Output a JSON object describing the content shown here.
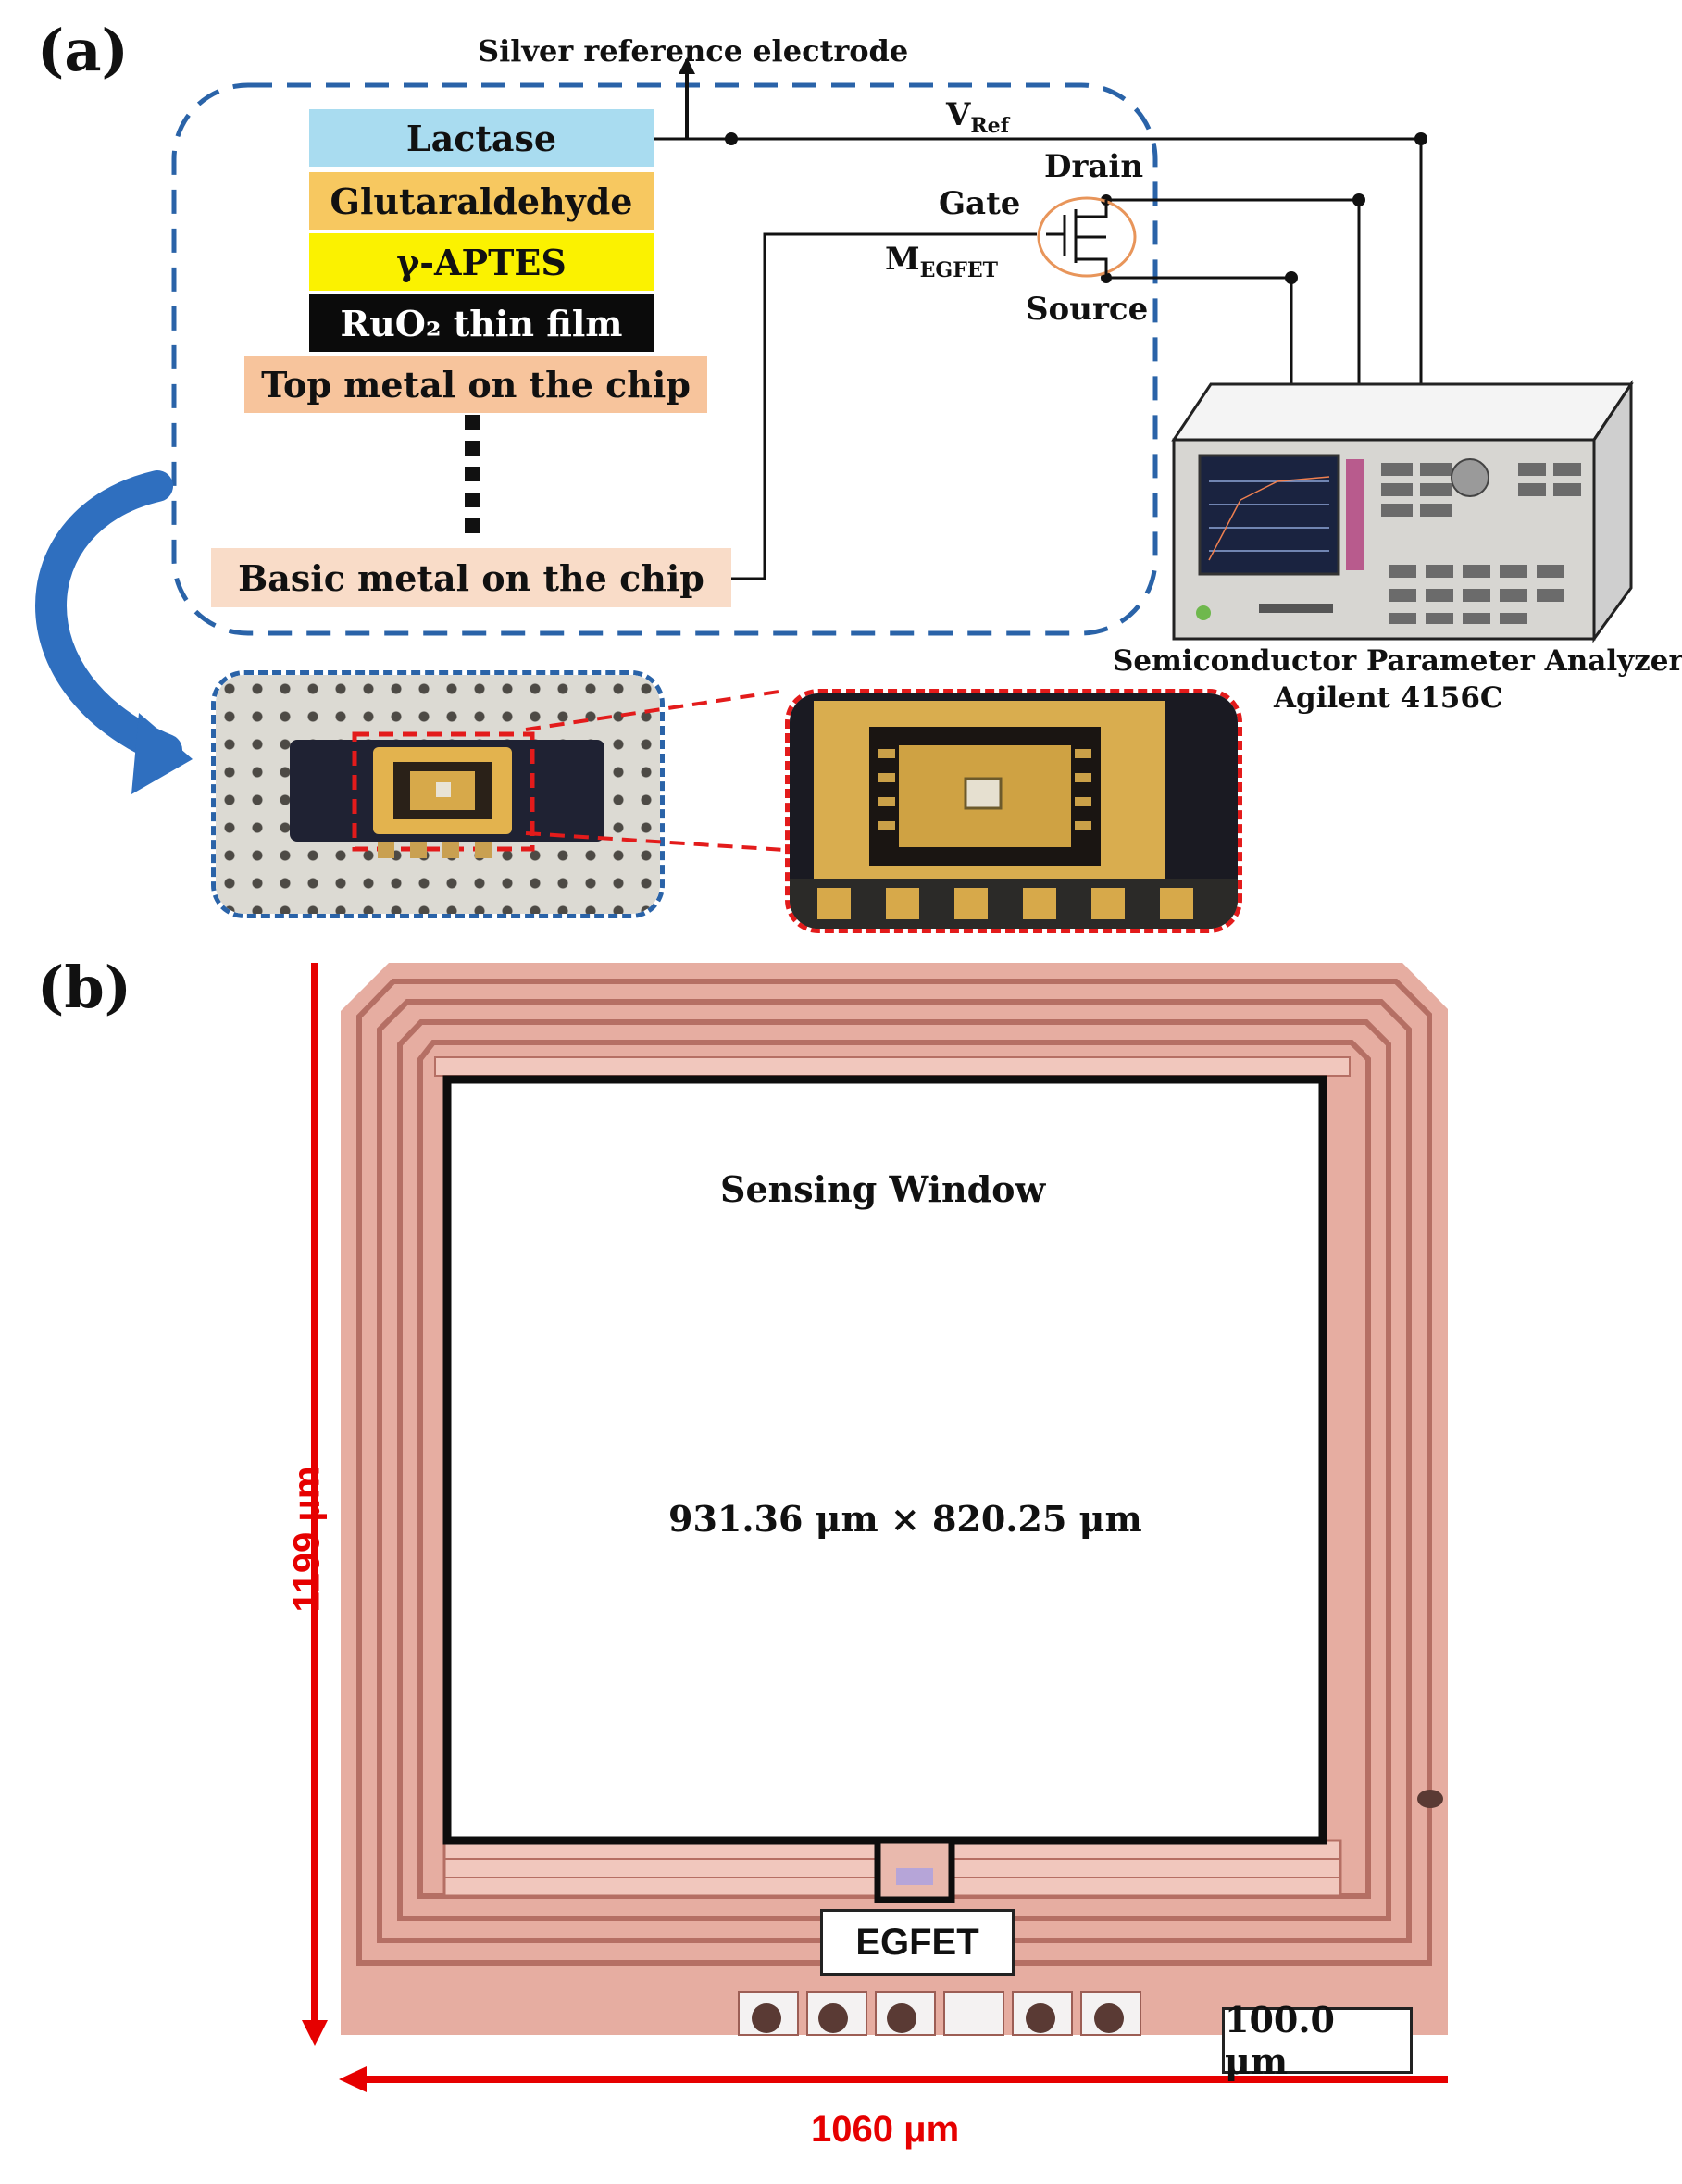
{
  "panel_a": {
    "label": "(a)",
    "layers": [
      {
        "text": "Lactase",
        "bg": "#a9dcf0",
        "fg": "#111111"
      },
      {
        "text": "Glutaraldehyde",
        "bg": "#f7c860",
        "fg": "#111111"
      },
      {
        "text": "γ-APTES",
        "bg": "#fbf200",
        "fg": "#111111"
      },
      {
        "text": "RuO₂ thin film",
        "bg": "#0b0b0b",
        "fg": "#ffffff"
      },
      {
        "text": "Top metal on the chip",
        "bg": "#f7c49c",
        "fg": "#111111"
      },
      {
        "text": "Basic metal on the chip",
        "bg": "#f9dcc8",
        "fg": "#111111"
      }
    ],
    "silver_reference_electrode": "Silver  reference electrode",
    "v_ref": "V",
    "v_ref_sub": "Ref",
    "drain": "Drain",
    "gate": "Gate",
    "m_egfet": "M",
    "m_egfet_sub": "EGFET",
    "source": "Source",
    "analyzer_line1": "Semiconductor Parameter Analyzer",
    "analyzer_line2": "Agilent 4156C"
  },
  "panel_b": {
    "label": "(b)",
    "sensing_window": "Sensing Window",
    "dimensions": "931.36 μm × 820.25 μm",
    "egfet": "EGFET",
    "scale": "100.0 μm",
    "height_label": "1199 μm",
    "width_label": "1060 μm"
  },
  "colors": {
    "dashed_blue": "#2a63a8",
    "dashed_red": "#e31b1b",
    "arrow_red": "#e60000",
    "curved_arrow_blue": "#2f6fbf",
    "chip_copper": "#e8b0a4",
    "chip_trace": "#c97f73"
  }
}
